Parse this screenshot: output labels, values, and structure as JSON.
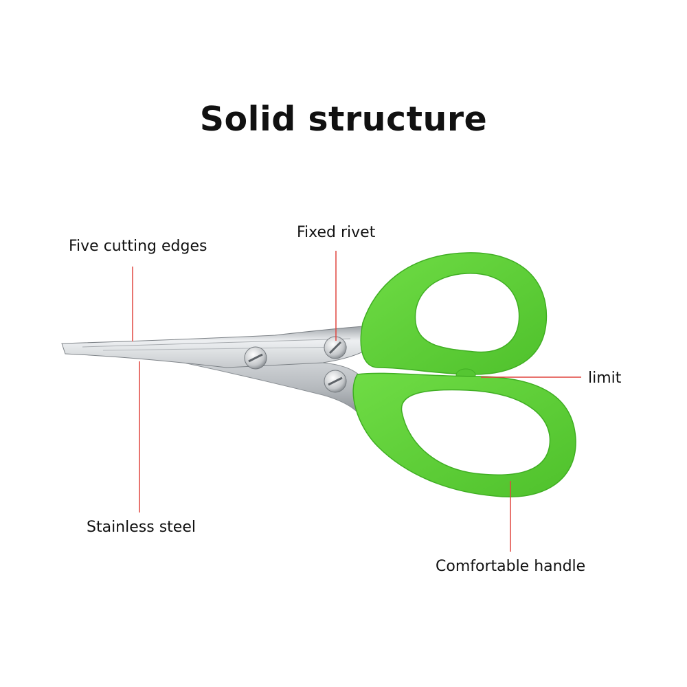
{
  "title": "Solid structure",
  "callouts": {
    "five_cutting_edges": "Five cutting edges",
    "fixed_rivet": "Fixed rivet",
    "limit": "limit",
    "stainless_steel": "Stainless steel",
    "comfortable_handle": "Comfortable handle"
  },
  "colors": {
    "handle_green": "#63d33a",
    "handle_green_dark": "#3fae22",
    "callout_line": "#e0453f",
    "blade_steel": "#c9cccf"
  }
}
